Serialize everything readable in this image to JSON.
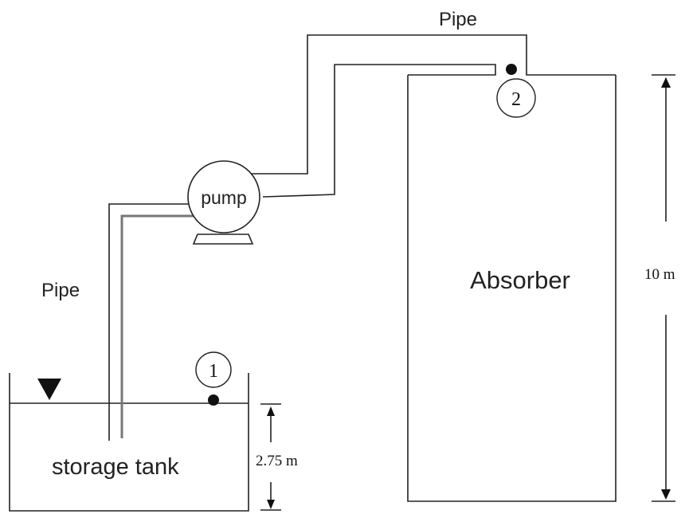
{
  "labels": {
    "pipe_top": "Pipe",
    "pipe_left": "Pipe",
    "pump": "pump",
    "absorber": "Absorber",
    "storage_tank": "storage tank",
    "point1": "1",
    "point2": "2",
    "height_tank": "2.75 m",
    "height_absorber": "10 m"
  }
}
